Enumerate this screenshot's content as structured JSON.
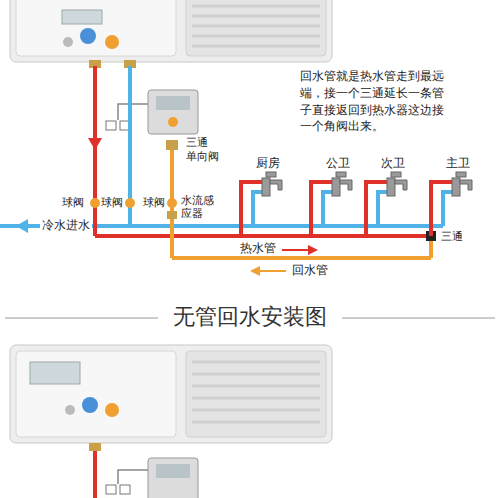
{
  "diagram": {
    "title": "无管回水安装图",
    "labels": [
      "回水管就是热水管走到最远端，接一个三通延长一条管子直接返回到热水器这边接一个角阀出来。",
      "三通",
      "单向阀",
      "球阀",
      "球阀",
      "球阀",
      "水流感应器",
      "厨房",
      "公卫",
      "次卫",
      "主卫",
      "冷水进水",
      "热水管",
      "三通",
      "回水管"
    ]
  }
}
